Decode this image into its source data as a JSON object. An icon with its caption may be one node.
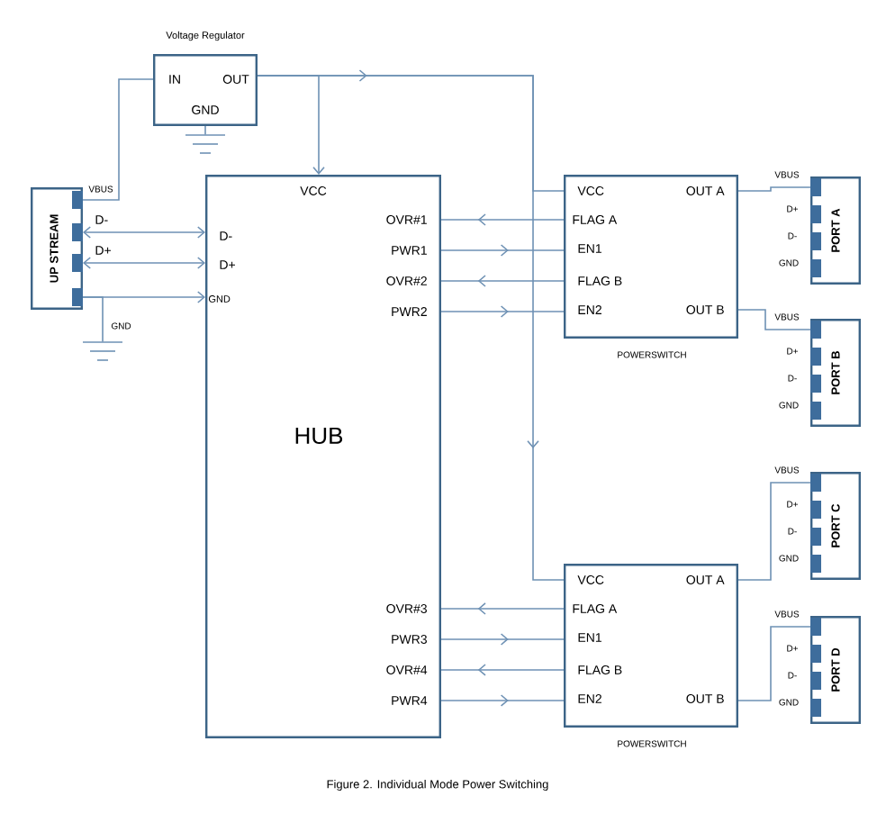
{
  "diagram": {
    "caption": "Figure 2. Individual Mode Power Switching",
    "nodes": [
      {
        "text": [
          "Voltage Regulator",
          "IN",
          "OUT",
          "GND"
        ]
      },
      {
        "text": [
          "UP STREAM"
        ],
        "beside": [
          "VBUS",
          "D-",
          "D+"
        ]
      },
      {
        "text": [
          "VCC",
          "D-",
          "D+",
          "GND",
          "OVR#1",
          "PWR1",
          "OVR#2",
          "PWR2",
          "HUB",
          "OVR#3",
          "PWR3",
          "OVR#4",
          "PWR4"
        ]
      },
      {
        "text": [
          "VCC",
          "OUT A",
          "FLAG A",
          "EN1",
          "FLAG B",
          "EN2",
          "OUT B",
          "POWERSWITCH"
        ]
      },
      {
        "text": [
          "VCC",
          "OUT A",
          "FLAG A",
          "EN1",
          "FLAG B",
          "EN2",
          "OUT B",
          "POWERSWITCH"
        ]
      },
      {
        "text": [
          "PORT A"
        ],
        "beside": [
          "VBUS",
          "D+",
          "D-",
          "GND"
        ]
      },
      {
        "text": [
          "PORT B"
        ],
        "beside": [
          "VBUS",
          "D+",
          "D-",
          "GND"
        ]
      },
      {
        "text": [
          "PORT C"
        ],
        "beside": [
          "VBUS",
          "D+",
          "D-",
          "GND"
        ]
      },
      {
        "text": [
          "PORT D"
        ],
        "beside": [
          "VBUS",
          "D+",
          "D-",
          "GND"
        ]
      },
      {
        "text": [],
        "shape": "ground"
      },
      {
        "text": [],
        "shape": "ground"
      }
    ],
    "edges": [
      {
        "from": 1,
        "to": 0,
        "arrow": "none"
      },
      {
        "from": 0,
        "to": 2,
        "arrow": "to"
      },
      {
        "from": 0,
        "to": 3,
        "arrow": "to"
      },
      {
        "from": 0,
        "to": 4,
        "arrow": "to"
      },
      {
        "from": 0,
        "to": 9,
        "arrow": "none"
      },
      {
        "from": 1,
        "to": 2,
        "arrow": "both"
      },
      {
        "from": 1,
        "to": 2,
        "arrow": "both"
      },
      {
        "from": 1,
        "to": 2,
        "arrow": "to"
      },
      {
        "from": 1,
        "to": 10,
        "arrow": "none"
      },
      {
        "from": 3,
        "to": 2,
        "arrow": "to"
      },
      {
        "from": 2,
        "to": 3,
        "arrow": "to"
      },
      {
        "from": 3,
        "to": 2,
        "arrow": "to"
      },
      {
        "from": 2,
        "to": 3,
        "arrow": "to"
      },
      {
        "from": 4,
        "to": 2,
        "arrow": "to"
      },
      {
        "from": 2,
        "to": 4,
        "arrow": "to"
      },
      {
        "from": 4,
        "to": 2,
        "arrow": "to"
      },
      {
        "from": 2,
        "to": 4,
        "arrow": "to"
      },
      {
        "from": 3,
        "to": 5,
        "arrow": "none"
      },
      {
        "from": 3,
        "to": 6,
        "arrow": "none"
      },
      {
        "from": 4,
        "to": 7,
        "arrow": "none"
      },
      {
        "from": 4,
        "to": 8,
        "arrow": "none"
      }
    ],
    "labels": [
      "GND"
    ]
  }
}
